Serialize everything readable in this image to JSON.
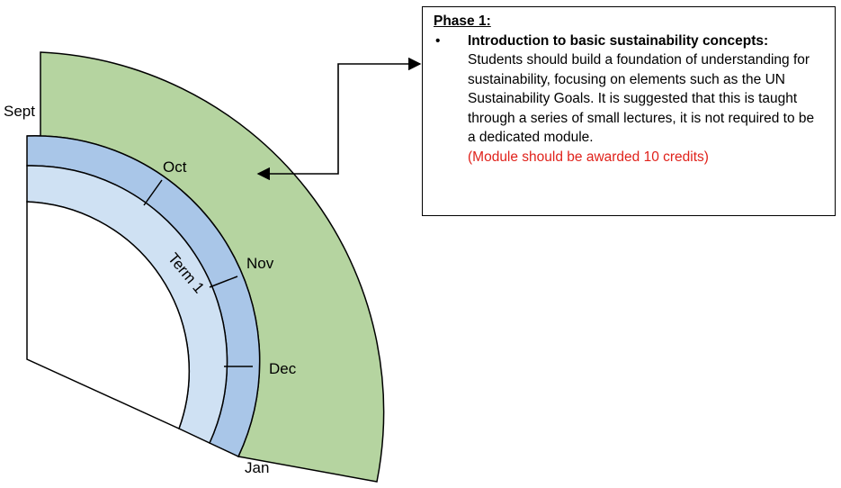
{
  "timeline": {
    "months": [
      {
        "key": "sept",
        "label": "Sept"
      },
      {
        "key": "oct",
        "label": "Oct"
      },
      {
        "key": "nov",
        "label": "Nov"
      },
      {
        "key": "dec",
        "label": "Dec"
      },
      {
        "key": "jan",
        "label": "Jan"
      }
    ],
    "term_label": "Term 1"
  },
  "phase_box": {
    "title": "Phase 1:",
    "bullet_symbol": "•",
    "bullet_heading": "Introduction to basic sustainability concepts:",
    "bullet_text": "Students should build a foundation of understanding for sustainability, focusing on elements such as the UN Sustainability Goals. It is suggested that this is taught through a series of small lectures, it is not required to be a dedicated module.",
    "credits_note": "(Module should be awarded 10 credits)"
  },
  "colors": {
    "outer_ring": "#b5d4a0",
    "middle_ring": "#a9c6e8",
    "inner_ring": "#cfe1f3",
    "outline": "#000000",
    "credits_note": "#e0221b"
  }
}
